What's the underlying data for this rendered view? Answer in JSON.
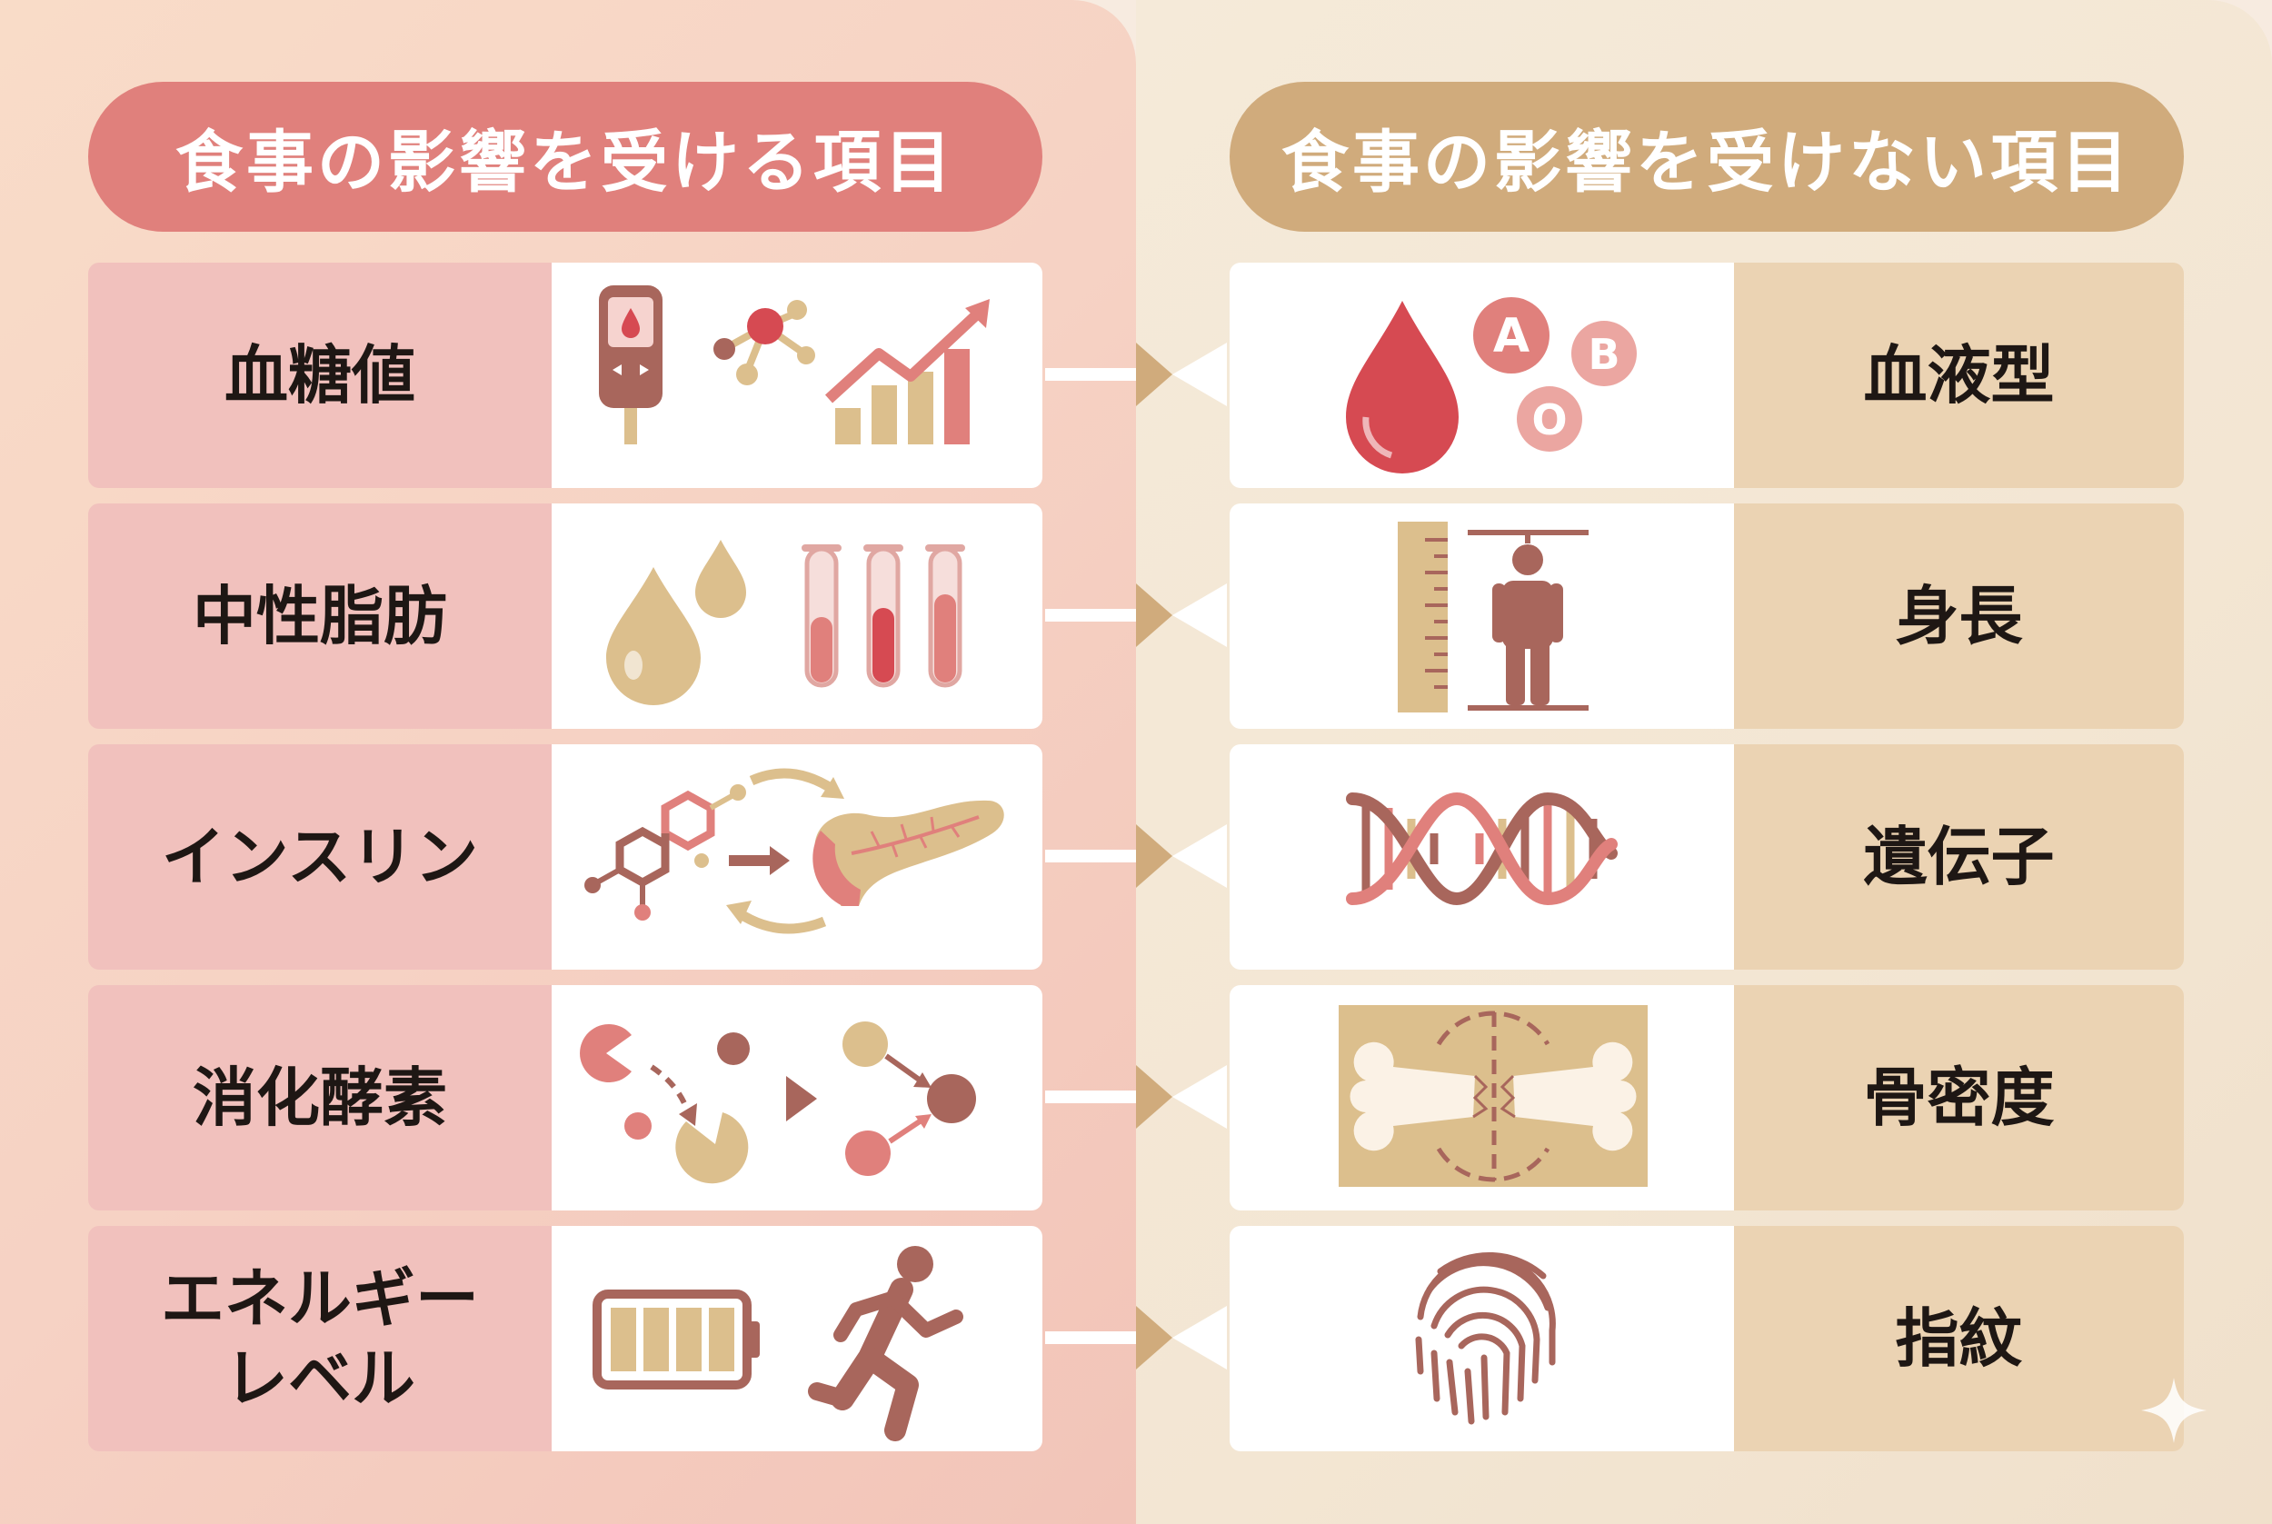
{
  "headers": {
    "affected": "食事の影響を受ける項目",
    "unaffected": "食事の影響を受けない項目"
  },
  "affected_items": [
    {
      "label": "血糖値",
      "icon": "glucose-meter-molecule-chart-icon"
    },
    {
      "label": "中性脂肪",
      "icon": "fat-drops-test-tubes-icon"
    },
    {
      "label": "インスリン",
      "icon": "molecule-pancreas-icon"
    },
    {
      "label": "消化酵素",
      "icon": "enzyme-digestion-icon"
    },
    {
      "label_line1": "エネルギー",
      "label_line2": "レベル",
      "icon": "battery-running-person-icon"
    }
  ],
  "unaffected_items": [
    {
      "label": "血液型",
      "icon": "blood-drop-abo-icon",
      "blood_types": [
        "A",
        "B",
        "O"
      ]
    },
    {
      "label": "身長",
      "icon": "height-ruler-person-icon"
    },
    {
      "label": "遺伝子",
      "icon": "dna-helix-icon"
    },
    {
      "label": "骨密度",
      "icon": "bone-density-icon"
    },
    {
      "label": "指紋",
      "icon": "fingerprint-icon"
    }
  ],
  "colors": {
    "affected_accent": "#e0807c",
    "unaffected_accent": "#d0ab7c",
    "affected_label_bg": "#f1c1bd",
    "unaffected_label_bg": "#ebd3b3",
    "brown": "#a8665c",
    "red": "#d64a52",
    "tan": "#dcbf8d"
  }
}
